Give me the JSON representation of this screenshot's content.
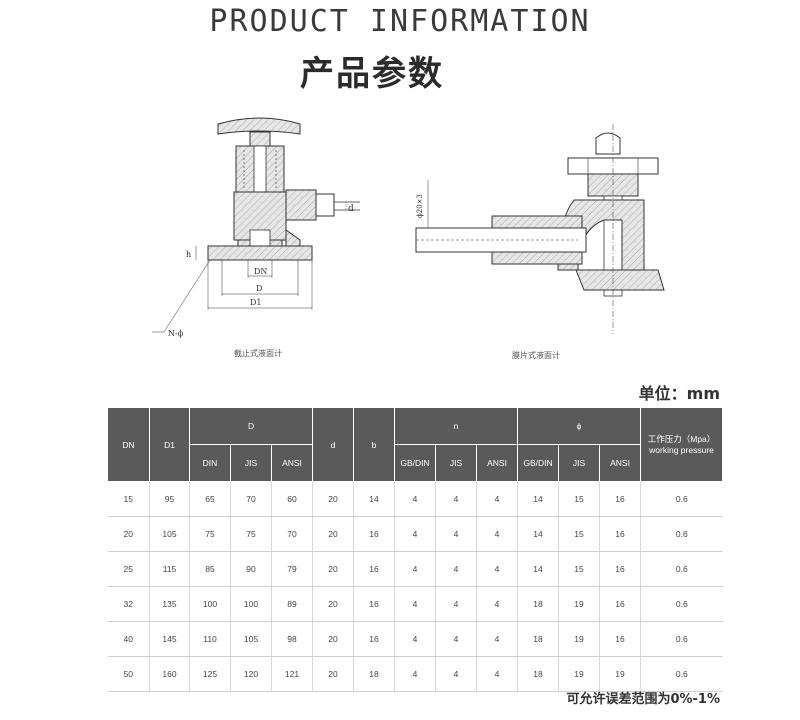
{
  "header": {
    "title_en": "PRODUCT INFORMATION",
    "title_cn": "产品参数"
  },
  "drawings": {
    "left": {
      "caption": "截止式液面计",
      "labels": {
        "dn": "DN",
        "d_outer": "D",
        "d1": "D1",
        "h": "h",
        "d": "d",
        "n_phi": "N-ϕ"
      }
    },
    "right": {
      "caption": "膜片式液面计",
      "labels": {
        "phi": "ϕ20×3"
      }
    }
  },
  "unit_label": "单位：mm",
  "table": {
    "headers": {
      "dn": "DN",
      "d1": "D1",
      "D": "D",
      "d": "d",
      "b": "b",
      "n": "n",
      "phi": "ϕ",
      "pressure_cn": "工作压力（Mpa）",
      "pressure_en": "working pressure",
      "sub": [
        "DIN",
        "JIS",
        "ANSI",
        "GB/DIN",
        "JIS",
        "ANSI",
        "GB/DIN",
        "JIS",
        "ANSI"
      ]
    },
    "rows": [
      [
        "15",
        "95",
        "65",
        "70",
        "60",
        "20",
        "14",
        "4",
        "4",
        "4",
        "14",
        "15",
        "16",
        "0.6"
      ],
      [
        "20",
        "105",
        "75",
        "75",
        "70",
        "20",
        "16",
        "4",
        "4",
        "4",
        "14",
        "15",
        "16",
        "0.6"
      ],
      [
        "25",
        "115",
        "85",
        "90",
        "79",
        "20",
        "16",
        "4",
        "4",
        "4",
        "14",
        "15",
        "16",
        "0.6"
      ],
      [
        "32",
        "135",
        "100",
        "100",
        "89",
        "20",
        "16",
        "4",
        "4",
        "4",
        "18",
        "19",
        "16",
        "0.6"
      ],
      [
        "40",
        "145",
        "110",
        "105",
        "98",
        "20",
        "16",
        "4",
        "4",
        "4",
        "18",
        "19",
        "16",
        "0.6"
      ],
      [
        "50",
        "160",
        "125",
        "120",
        "121",
        "20",
        "18",
        "4",
        "4",
        "4",
        "18",
        "19",
        "19",
        "0.6"
      ]
    ]
  },
  "footer": {
    "tolerance": "可允许误差范围为0%-1%"
  }
}
